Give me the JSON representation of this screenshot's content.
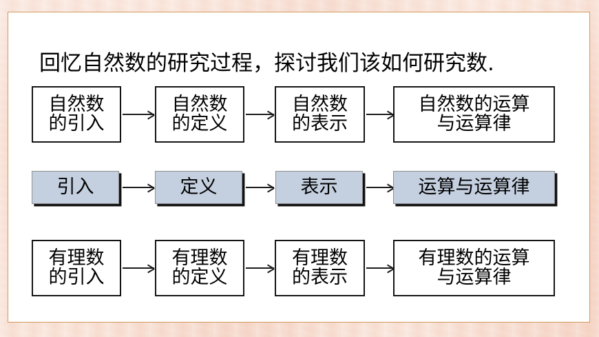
{
  "slide": {
    "title": "回忆自然数的研究过程，探讨我们该如何研究数.",
    "frame_border_color": "#cf9a5e",
    "background_color": "#f4d2c1",
    "page_color": "#ffffff"
  },
  "diagram": {
    "type": "flowchart",
    "accent_fill": "#c4cfdf",
    "node_border_color": "#141414",
    "arrow_color": "#1b1b1b",
    "rows": [
      {
        "name": "natural-numbers-row",
        "style": "plain",
        "nodes": [
          {
            "name": "natural-introduction",
            "label": "自然数\n的引入"
          },
          {
            "name": "natural-definition",
            "label": "自然数\n的定义"
          },
          {
            "name": "natural-representation",
            "label": "自然数\n的表示"
          },
          {
            "name": "natural-operations",
            "label": "自然数的运算\n与运算律"
          }
        ]
      },
      {
        "name": "general-concepts-row",
        "style": "accent",
        "nodes": [
          {
            "name": "introduction",
            "label": "引入"
          },
          {
            "name": "definition",
            "label": "定义"
          },
          {
            "name": "representation",
            "label": "表示"
          },
          {
            "name": "operations",
            "label": "运算与运算律"
          }
        ]
      },
      {
        "name": "rational-numbers-row",
        "style": "plain",
        "nodes": [
          {
            "name": "rational-introduction",
            "label": "有理数\n的引入"
          },
          {
            "name": "rational-definition",
            "label": "有理数\n的定义"
          },
          {
            "name": "rational-representation",
            "label": "有理数\n的表示"
          },
          {
            "name": "rational-operations",
            "label": "有理数的运算\n与运算律"
          }
        ]
      }
    ]
  }
}
